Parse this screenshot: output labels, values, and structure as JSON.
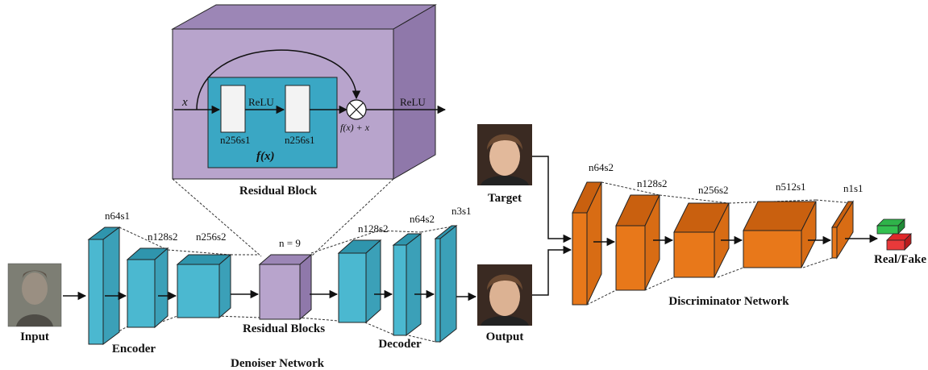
{
  "residual_block": {
    "title": "Residual Block",
    "input_symbol": "x",
    "activation_inner": "ReLU",
    "activation_out": "ReLU",
    "layer1": "n256s1",
    "layer2": "n256s1",
    "function_label": "f(x)",
    "sum_label": "f(x) + x"
  },
  "denoiser": {
    "title": "Denoiser Network",
    "input_label": "Input",
    "encoder_label": "Encoder",
    "decoder_label": "Decoder",
    "residual_label": "Residual Blocks",
    "residual_count": "n = 9",
    "enc1": "n64s1",
    "enc2": "n128s2",
    "enc3": "n256s2",
    "dec1": "n128s2",
    "dec2": "n64s2",
    "dec3": "n3s1"
  },
  "images": {
    "target_label": "Target",
    "output_label": "Output"
  },
  "discriminator": {
    "title": "Discriminator Network",
    "l1": "n64s2",
    "l2": "n128s2",
    "l3": "n256s2",
    "l4": "n512s1",
    "l5": "n1s1",
    "output_label": "Real/Fake"
  },
  "colors": {
    "residual_purple": "#b8a4cc",
    "inner_teal": "#3aa7c4",
    "encoder_teal": "#45b3cc",
    "disc_orange": "#e8781a",
    "real_green": "#2fb34a",
    "fake_red": "#e0282a"
  }
}
